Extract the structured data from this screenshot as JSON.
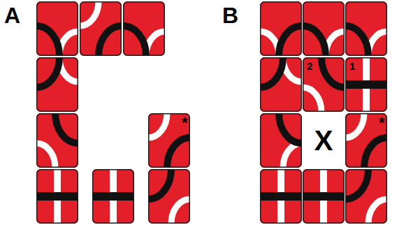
{
  "diagram": {
    "labels": [
      "A",
      "*",
      "B",
      "2",
      "1",
      "X",
      "*"
    ]
  }
}
